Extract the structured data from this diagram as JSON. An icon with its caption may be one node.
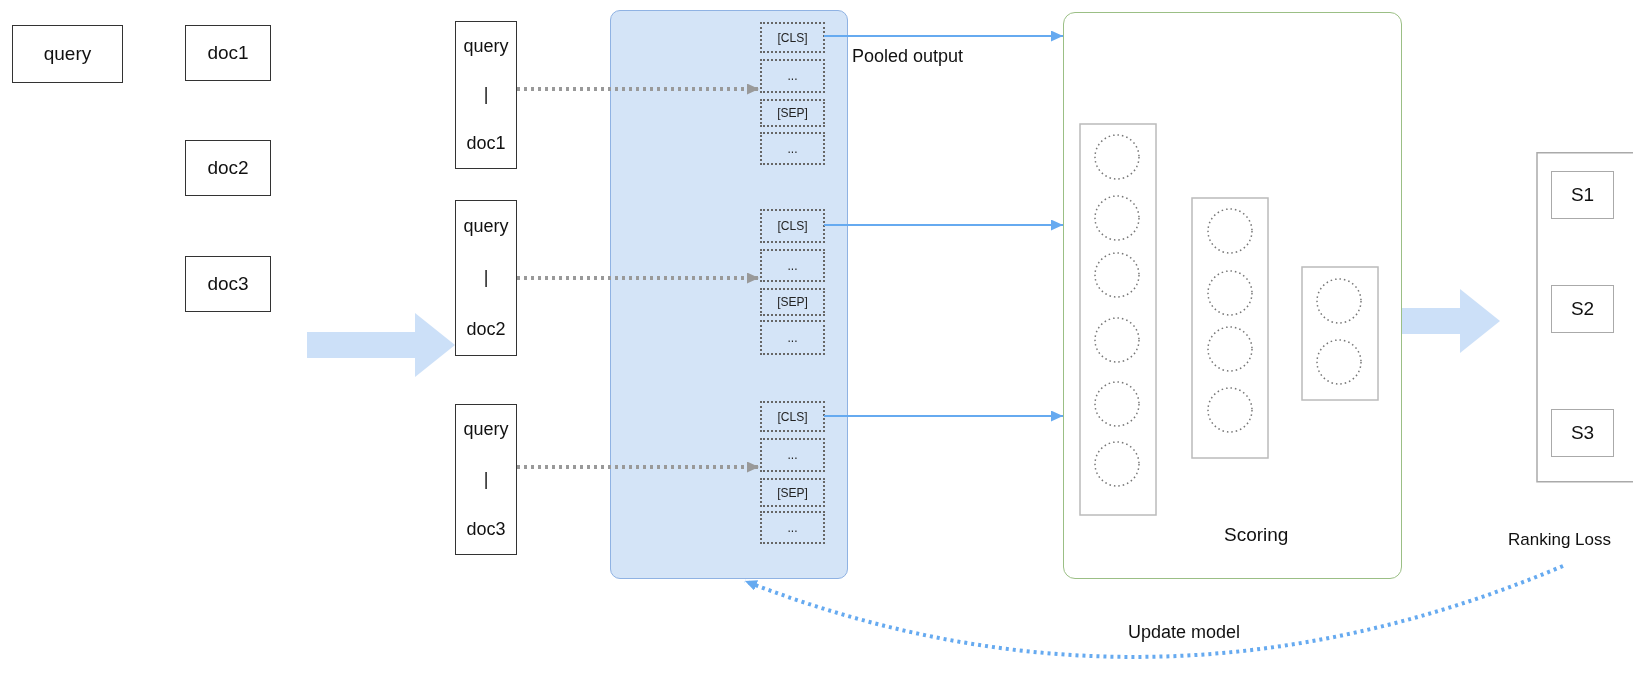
{
  "diagram": {
    "nodes": [
      {
        "text": [
          "query"
        ]
      },
      {
        "text": [
          "doc1"
        ]
      },
      {
        "text": [
          "doc2"
        ]
      },
      {
        "text": [
          "doc3"
        ]
      },
      {
        "text": [
          "query",
          "|",
          "doc1"
        ]
      },
      {
        "text": [
          "query",
          "|",
          "doc2"
        ]
      },
      {
        "text": [
          "query",
          "|",
          "doc3"
        ]
      },
      {
        "text": [],
        "shape": "box"
      },
      {
        "text": [
          "[CLS]"
        ],
        "in": 7
      },
      {
        "text": [
          "..."
        ],
        "in": 7
      },
      {
        "text": [
          "[SEP]"
        ],
        "in": 7
      },
      {
        "text": [
          "..."
        ],
        "in": 7
      },
      {
        "text": [
          "[CLS]"
        ],
        "in": 7
      },
      {
        "text": [
          "..."
        ],
        "in": 7
      },
      {
        "text": [
          "[SEP]"
        ],
        "in": 7
      },
      {
        "text": [
          "..."
        ],
        "in": 7
      },
      {
        "text": [
          "[CLS]"
        ],
        "in": 7
      },
      {
        "text": [
          "..."
        ],
        "in": 7
      },
      {
        "text": [
          "[SEP]"
        ],
        "in": 7
      },
      {
        "text": [
          "..."
        ],
        "in": 7
      },
      {
        "text": [
          "Scoring"
        ]
      },
      {
        "text": [
          "Ranking Loss"
        ]
      },
      {
        "text": [
          "S1"
        ],
        "in": 21
      },
      {
        "text": [
          "S2"
        ],
        "in": 21
      },
      {
        "text": [
          "S3"
        ],
        "in": 21
      }
    ],
    "edges": [
      {
        "from": null,
        "to": 5,
        "arrow": "to",
        "style": "thick",
        "color": "#cce0f8"
      },
      {
        "from": 4,
        "to": 9,
        "arrow": "to",
        "style": "dashed",
        "color": "#999999"
      },
      {
        "from": 5,
        "to": 13,
        "arrow": "to",
        "style": "dashed",
        "color": "#999999"
      },
      {
        "from": 6,
        "to": 17,
        "arrow": "to",
        "style": "dashed",
        "color": "#999999"
      },
      {
        "from": 8,
        "to": 20,
        "arrow": "to",
        "label": "Pooled output"
      },
      {
        "from": 12,
        "to": 20,
        "arrow": "to"
      },
      {
        "from": 16,
        "to": 20,
        "arrow": "to"
      },
      {
        "from": 20,
        "to": 21,
        "arrow": "to",
        "style": "thick",
        "color": "#cce0f8"
      },
      {
        "from": 21,
        "to": 7,
        "arrow": "to",
        "style": "dashed",
        "label": "Update model"
      }
    ]
  }
}
